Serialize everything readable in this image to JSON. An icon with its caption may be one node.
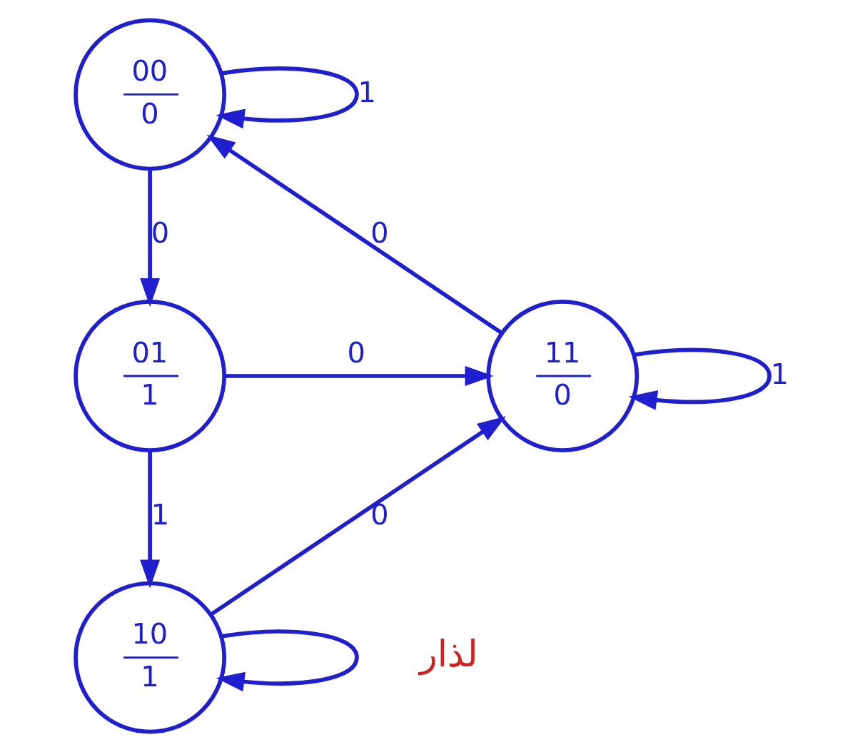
{
  "diagram": {
    "nodes": [
      {
        "text": [
          "00",
          "0"
        ]
      },
      {
        "text": [
          "11",
          "0"
        ]
      },
      {
        "text": [
          "01",
          "1"
        ]
      },
      {
        "text": [
          "10",
          "1"
        ]
      }
    ],
    "edges": [
      {
        "from": 0,
        "to": 0,
        "arrow": "to",
        "label": "1"
      },
      {
        "from": 1,
        "to": 0,
        "arrow": "to",
        "label": "0"
      },
      {
        "from": 0,
        "to": 2,
        "arrow": "to",
        "label": "0"
      },
      {
        "from": 2,
        "to": 1,
        "arrow": "to",
        "label": "0"
      },
      {
        "from": 1,
        "to": 1,
        "arrow": "to",
        "label": "1"
      },
      {
        "from": 2,
        "to": 3,
        "arrow": "to",
        "label": "1"
      },
      {
        "from": 3,
        "to": 1,
        "arrow": "to",
        "label": "0"
      },
      {
        "from": 3,
        "to": 3,
        "arrow": "to"
      }
    ],
    "labels": [
      "لذار"
    ]
  }
}
